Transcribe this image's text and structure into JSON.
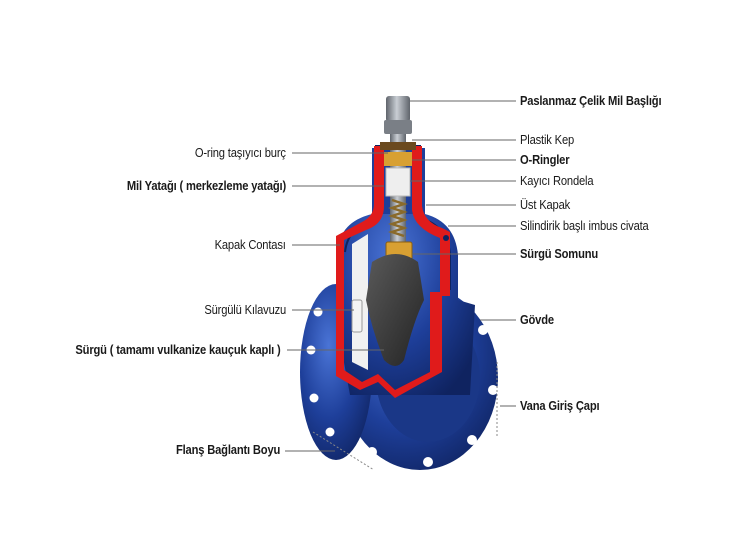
{
  "labels_left": [
    {
      "text": "O-ring taşıyıcı burç",
      "bold": false
    },
    {
      "text": "Mil Yatağı ( merkezleme yatağı)",
      "bold": true
    },
    {
      "text": "Kapak Contası",
      "bold": false
    },
    {
      "text": "Sürgülü Kılavuzu",
      "bold": false
    },
    {
      "text": "Sürgü ( tamamı vulkanize kauçuk kaplı )",
      "bold": true
    },
    {
      "text": "Flanş Bağlantı Boyu",
      "bold": true
    }
  ],
  "labels_right": [
    {
      "text": "Paslanmaz Çelik Mil Başlığı",
      "bold": true
    },
    {
      "text": "Plastik Kep",
      "bold": false
    },
    {
      "text": "O-Ringler",
      "bold": true
    },
    {
      "text": "Kayıcı Rondela",
      "bold": false
    },
    {
      "text": "Üst Kapak",
      "bold": false
    },
    {
      "text": "Silindirik başlı imbus civata",
      "bold": false
    },
    {
      "text": "Sürgü Somunu",
      "bold": true
    },
    {
      "text": "Gövde",
      "bold": true
    },
    {
      "text": "Vana Giriş Çapı",
      "bold": true
    }
  ],
  "colors": {
    "body_blue": "#1e3f9a",
    "body_blue_light": "#3a63c4",
    "body_blue_dark": "#122a6e",
    "cut_red": "#e01b1b",
    "wedge_gray": "#3b3b3b",
    "brass": "#d8a032",
    "stem_gray": "#8a8f96",
    "leader_gray": "#666666"
  }
}
